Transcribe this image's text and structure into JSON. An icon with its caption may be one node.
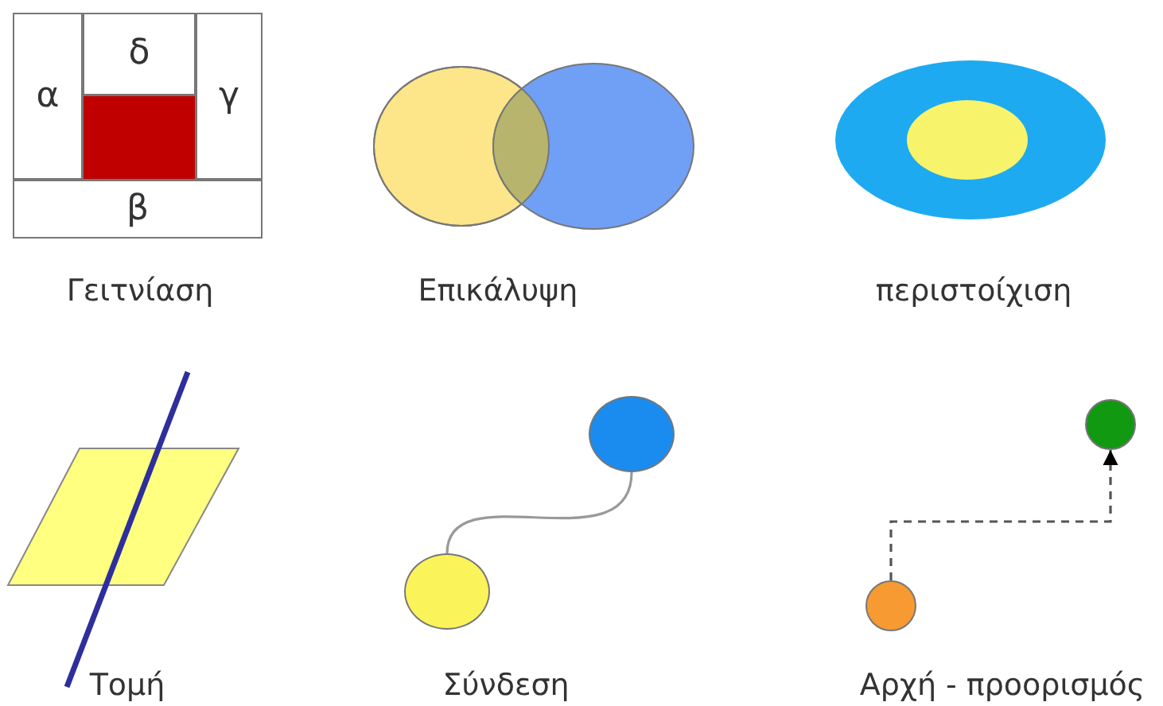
{
  "diagram": {
    "nodes": [
      {
        "text": [
          "δ"
        ]
      },
      {
        "text": [
          "α"
        ]
      },
      {
        "text": [
          "γ"
        ]
      },
      {
        "text": [
          "β"
        ]
      },
      {
        "text": [],
        "shape": "circle"
      },
      {
        "text": [],
        "shape": "circle"
      },
      {
        "text": [],
        "shape": "circle"
      },
      {
        "text": [],
        "shape": "circle"
      }
    ],
    "edges": [
      {
        "from": 6,
        "to": 4,
        "arrow": "none"
      },
      {
        "from": 7,
        "to": 5,
        "arrow": "to",
        "style": "dashed"
      }
    ],
    "labels": [
      "Γειτνίαση",
      "Επικάλυψη",
      "περιστοίχιση",
      "Τομή",
      "Σύνδεση",
      "Αρχή - προορισμός"
    ]
  }
}
